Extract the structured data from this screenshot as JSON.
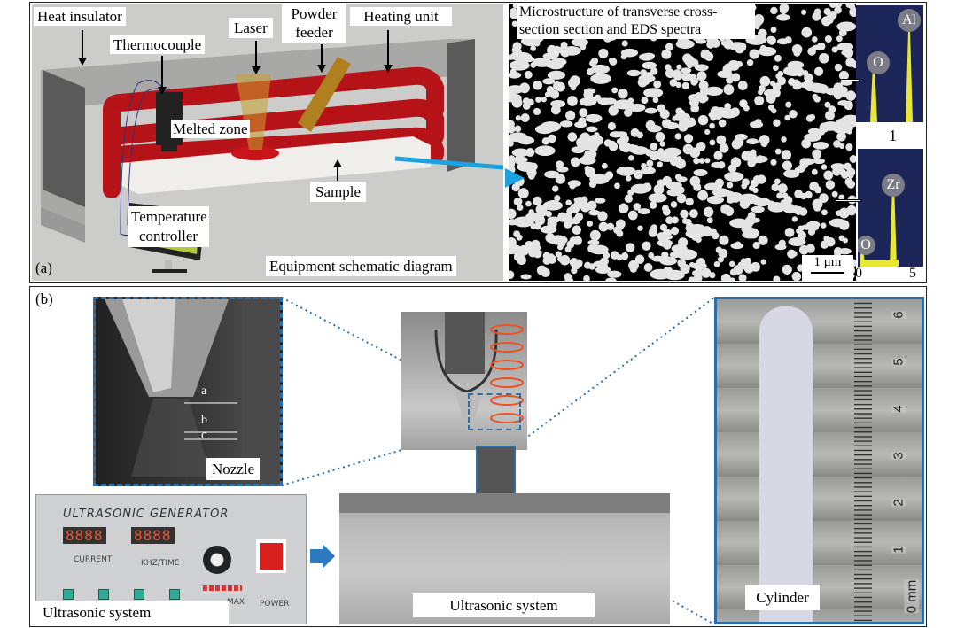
{
  "panel_a": {
    "tag": "(a)",
    "labels": {
      "heat_insulator": "Heat insulator",
      "thermocouple": "Thermocouple",
      "laser": "Laser",
      "powder_feeder": "Powder feeder",
      "heating_unit": "Heating unit",
      "melted_zone": "Melted zone",
      "sample": "Sample",
      "temperature_controller": "Temperature controller",
      "caption": "Equipment schematic diagram"
    },
    "micrograph": {
      "title": "Microstructure of transverse cross-section section and EDS spectra",
      "scale_bar": "1 μm",
      "eds_top": {
        "peaks": [
          "O",
          "Al"
        ],
        "axis_label": "1"
      },
      "eds_bottom": {
        "peaks": [
          "O",
          "Zr"
        ],
        "axis_min": "0",
        "axis_max": "5"
      }
    }
  },
  "panel_b": {
    "tag": "(b)",
    "nozzle": {
      "label": "Nozzle",
      "marks": [
        "a",
        "b",
        "c"
      ]
    },
    "generator": {
      "title": "ULTRASONIC GENERATOR",
      "display_left": "8888",
      "display_right": "8888",
      "current": "CURRENT",
      "khz_time": "KHZ/TIME",
      "max": "MAX",
      "power": "POWER",
      "label": "Ultrasonic system"
    },
    "bath_label": "Ultrasonic system",
    "cylinder": {
      "label": "Cylinder",
      "ruler_marks": [
        "0 mm",
        "1",
        "2",
        "3",
        "4",
        "5",
        "6"
      ]
    }
  },
  "colors": {
    "accent_blue": "#1aa3e0",
    "frame_blue": "#2b6ea8",
    "pipe_red": "#c0161c",
    "eds_bg": "#1c2557"
  }
}
